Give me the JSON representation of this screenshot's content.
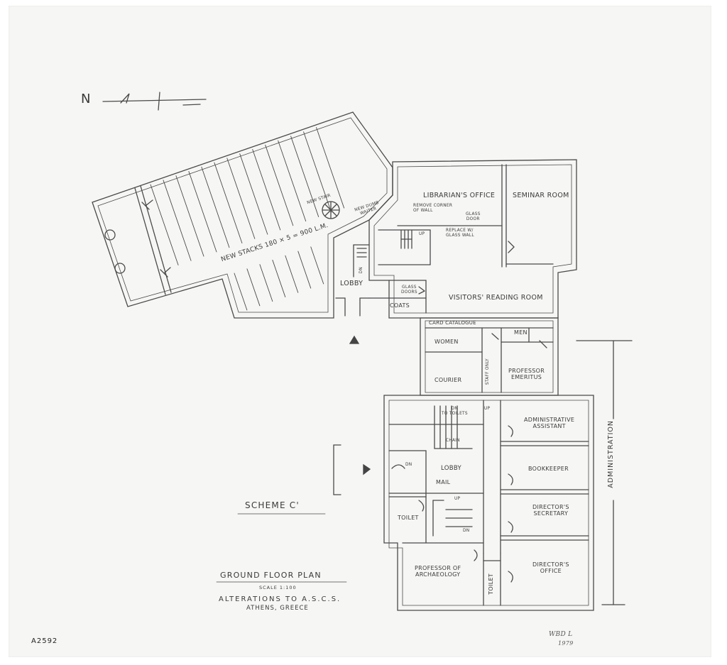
{
  "sheet": {
    "id": "A2592",
    "scheme": "SCHEME C'",
    "title": "GROUND FLOOR PLAN",
    "scale": "SCALE 1:100",
    "project": "ALTERATIONS TO A.S.C.S.",
    "location": "ATHENS, GREECE",
    "initials": "WBD L",
    "year": "1979",
    "north_icon": "north-arrow-icon",
    "north_label": "N",
    "stroke_color": "#4a4a4a"
  },
  "rooms": {
    "new_stacks": "NEW STACKS 180 × 5 = 900 L.M.",
    "librarians_office": "LIBRARIAN'S OFFICE",
    "seminar_room": "SEMINAR ROOM",
    "visitors_reading_room": "VISITORS' READING ROOM",
    "lobby_north": "LOBBY",
    "coats": "COATS",
    "card_catalogue": "CARD CATALOGUE",
    "women": "WOMEN",
    "men": "MEN",
    "courier": "COURIER",
    "professor_emeritus": [
      "PROFESSOR",
      "EMERITUS"
    ],
    "administrative_assistant": [
      "ADMINISTRATIVE",
      "ASSISTANT"
    ],
    "bookkeeper": "BOOKKEEPER",
    "lobby_south": "LOBBY",
    "mail": "MAIL",
    "toilet_west": "TOILET",
    "directors_secretary": [
      "DIRECTOR'S",
      "SECRETARY"
    ],
    "professor_of_archaeology": [
      "PROFESSOR OF",
      "ARCHAEOLOGY"
    ],
    "toilet_south": "TOILET",
    "directors_office": [
      "DIRECTOR'S",
      "OFFICE"
    ],
    "administration": "ADMINISTRATION"
  },
  "notes": {
    "new_stair": "NEW STAIR",
    "new_dumb_waiter": [
      "NEW DUMB",
      "WAITER"
    ],
    "remove_corner": [
      "REMOVE CORNER",
      "OF WALL"
    ],
    "glass_door": [
      "GLASS",
      "DOOR"
    ],
    "replace_glass_wall": [
      "REPLACE W/",
      "GLASS WALL"
    ],
    "glass_doors": [
      "GLASS",
      "DOORS"
    ],
    "staff_only": "STAFF ONLY",
    "dn_to_toilets": [
      "DN",
      "TO TOILETS"
    ],
    "chain": "CHAIN",
    "up": "UP",
    "dn": "DN"
  }
}
